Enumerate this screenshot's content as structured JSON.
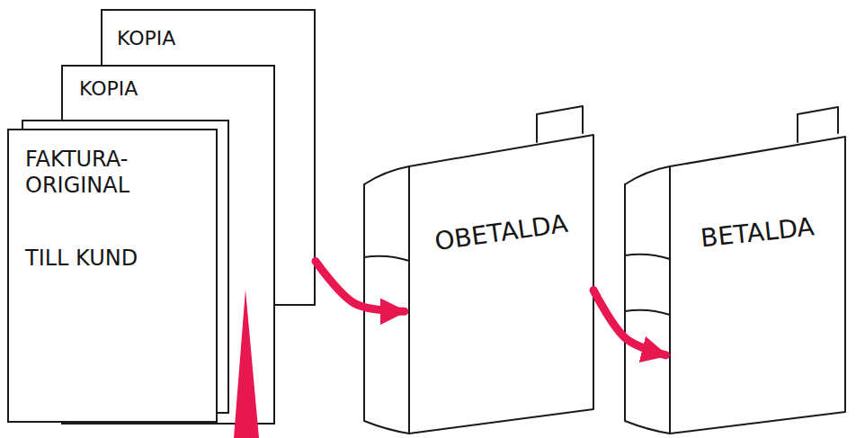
{
  "diagram": {
    "nodes": [
      {
        "text": [
          "KOPIA"
        ]
      },
      {
        "text": [
          "KOPIA"
        ]
      },
      {
        "text": [
          "FAKTURA- ORIGINAL",
          "TILL KUND"
        ]
      },
      {
        "text": [
          "OBETALDA"
        ]
      },
      {
        "text": [
          "BETALDA"
        ]
      }
    ],
    "edges": [
      {
        "from": 0,
        "to": 3,
        "arrow": "to"
      },
      {
        "from": 3,
        "to": 4,
        "arrow": "to"
      }
    ]
  }
}
